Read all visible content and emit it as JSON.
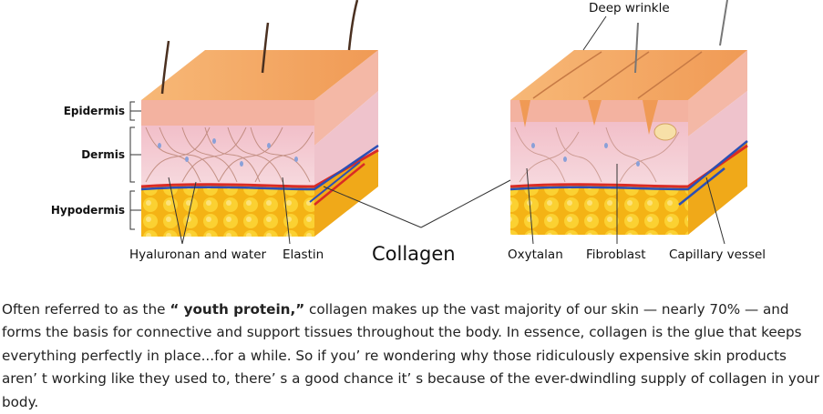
{
  "labels": {
    "epidermis": "Epidermis",
    "dermis": "Dermis",
    "hypodermis": "Hypodermis",
    "hyaluronan": "Hyaluronan and water",
    "elastin": "Elastin",
    "collagen": "Collagen",
    "oxytalan": "Oxytalan",
    "fibroblast": "Fibroblast",
    "capillary": "Capillary vessel",
    "deep_wrinkle": "Deep wrinkle"
  },
  "paragraph": {
    "intro": "Often referred to as the ",
    "emphasis": "“ youth protein,”",
    "body": "  collagen makes up the vast majority of our skin — nearly 70% — and forms the basis for connective and support tissues throughout the body. In essence, collagen is the glue that keeps everything perfectly in place...for a while. So if you’  re wondering why those ridiculously expensive skin products aren’  t working like they used to, there’  s a good chance it’  s because of the ever-dwindling supply of collagen in your body."
  },
  "colors": {
    "skin_surface": "#f4a866",
    "epidermis": "#f4b7a3",
    "dermis": "#f3cfd8",
    "hypodermis": "#f6c21b",
    "artery": "#d92b25",
    "vein": "#2b4fb5"
  }
}
